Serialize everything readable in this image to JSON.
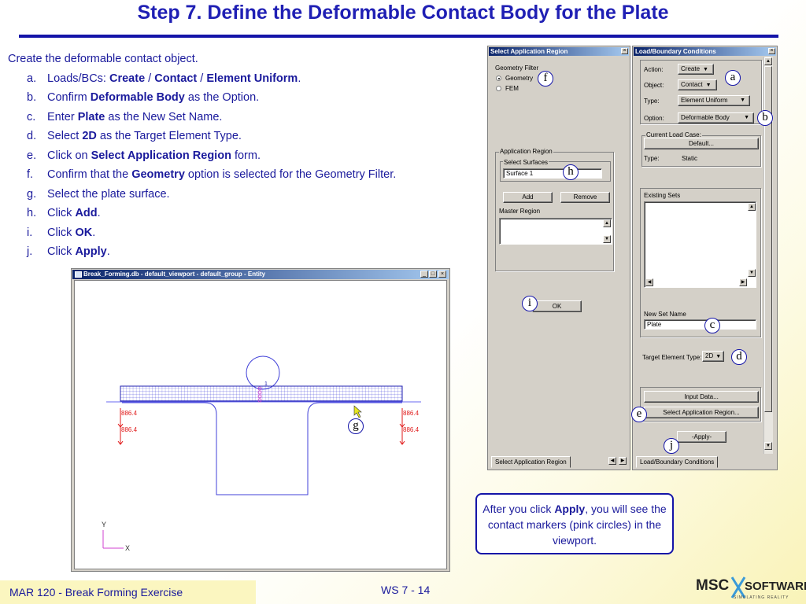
{
  "slide": {
    "title": "Step 7. Define the Deformable Contact Body for the Plate",
    "intro": "Create the deformable contact object.",
    "steps": [
      {
        "letter": "a.",
        "parts": [
          {
            "t": "Loads/BCs: "
          },
          {
            "t": "Create",
            "b": true
          },
          {
            "t": " / "
          },
          {
            "t": "Contact",
            "b": true
          },
          {
            "t": " / "
          },
          {
            "t": "Element Uniform",
            "b": true
          },
          {
            "t": "."
          }
        ]
      },
      {
        "letter": "b.",
        "parts": [
          {
            "t": "Confirm "
          },
          {
            "t": "Deformable Body",
            "b": true
          },
          {
            "t": " as the Option."
          }
        ]
      },
      {
        "letter": "c.",
        "parts": [
          {
            "t": "Enter "
          },
          {
            "t": "Plate",
            "b": true
          },
          {
            "t": " as the New Set Name."
          }
        ]
      },
      {
        "letter": "d.",
        "parts": [
          {
            "t": "Select "
          },
          {
            "t": "2D",
            "b": true
          },
          {
            "t": " as the Target Element Type."
          }
        ]
      },
      {
        "letter": "e.",
        "parts": [
          {
            "t": "Click on "
          },
          {
            "t": "Select Application Region",
            "b": true
          },
          {
            "t": " form."
          }
        ]
      },
      {
        "letter": "f.",
        "parts": [
          {
            "t": "Confirm that the "
          },
          {
            "t": "Geometry",
            "b": true
          },
          {
            "t": " option is selected for the Geometry Filter."
          }
        ]
      },
      {
        "letter": "g.",
        "parts": [
          {
            "t": "Select the plate surface."
          }
        ]
      },
      {
        "letter": "h.",
        "parts": [
          {
            "t": "Click "
          },
          {
            "t": "Add",
            "b": true
          },
          {
            "t": "."
          }
        ]
      },
      {
        "letter": "i.",
        "parts": [
          {
            "t": "Click "
          },
          {
            "t": "OK",
            "b": true
          },
          {
            "t": "."
          }
        ]
      },
      {
        "letter": "j.",
        "parts": [
          {
            "t": "Click "
          },
          {
            "t": "Apply",
            "b": true
          },
          {
            "t": "."
          }
        ]
      }
    ],
    "note": {
      "before": "After you click ",
      "bold": "Apply",
      "after": ", you will see the contact markers (pink circles) in the viewport."
    },
    "footer_left": "MAR 120 - Break Forming Exercise",
    "footer_center": "WS 7 - 14",
    "logo": {
      "msc": "MSC",
      "software": "SOFTWARE",
      "tagline": "SIMULATING REALITY"
    }
  },
  "region_dialog": {
    "title": "Select Application Region",
    "geometry_filter_label": "Geometry Filter",
    "radio_geometry": "Geometry",
    "radio_fem": "FEM",
    "app_region_group": "Application Region",
    "select_surfaces_label": "Select Surfaces",
    "surfaces_value": "Surface 1",
    "add_button": "Add",
    "remove_button": "Remove",
    "master_region_label": "Master Region",
    "ok_button": "OK",
    "tab_label": "Select Application Region"
  },
  "lbc_dialog": {
    "title": "Load/Boundary Conditions",
    "action_label": "Action:",
    "action_value": "Create",
    "object_label": "Object:",
    "object_value": "Contact",
    "type_label": "Type:",
    "type_value": "Element Uniform",
    "option_label": "Option:",
    "option_value": "Deformable Body",
    "current_load_case_label": "Current Load Case:",
    "default_button": "Default...",
    "lc_type_label": "Type:",
    "lc_type_value": "Static",
    "existing_sets_label": "Existing Sets",
    "new_set_name_label": "New Set Name",
    "new_set_name_value": "Plate",
    "target_element_type_label": "Target Element Type:",
    "target_element_type_value": "2D",
    "input_data_button": "Input Data...",
    "select_region_button": "Select Application Region...",
    "apply_button": "-Apply-",
    "tab_label": "Load/Boundary Conditions"
  },
  "viewport": {
    "title": "Break_Forming.db - default_viewport - default_group - Entity",
    "load_labels": [
      "886.4",
      "886.4",
      "886.4",
      "886.4"
    ],
    "marker_label": "1",
    "axis_y": "Y",
    "axis_x": "X",
    "win_buttons": [
      "_",
      "□",
      "×"
    ]
  },
  "callouts": {
    "a": "a",
    "b": "b",
    "c": "c",
    "d": "d",
    "e": "e",
    "f": "f",
    "g": "g",
    "h": "h",
    "i": "i",
    "j": "j"
  },
  "colors": {
    "title": "#1f1fb4",
    "text": "#1a1a9c",
    "geometry": "#3030d0",
    "load": "#e01818"
  }
}
